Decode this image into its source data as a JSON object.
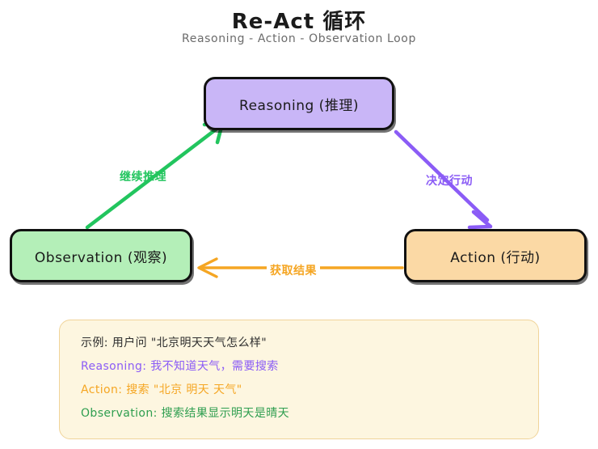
{
  "header": {
    "title": "Re-Act 循环",
    "subtitle": "Reasoning - Action - Observation Loop"
  },
  "nodes": [
    {
      "id": "reasoning",
      "label": "Reasoning (推理)",
      "fill": "#c9b6f7"
    },
    {
      "id": "action",
      "label": "Action (行动)",
      "fill": "#fbd9a5"
    },
    {
      "id": "observation",
      "label": "Observation (观察)",
      "fill": "#b4efb8"
    }
  ],
  "edges": [
    {
      "id": "decide",
      "label": "决定行动",
      "from": "reasoning",
      "to": "action",
      "color": "#8b5cf6"
    },
    {
      "id": "result",
      "label": "获取结果",
      "from": "action",
      "to": "observation",
      "color": "#f5a623"
    },
    {
      "id": "continue",
      "label": "继续推理",
      "from": "observation",
      "to": "reasoning",
      "color": "#22c55e"
    }
  ],
  "example": {
    "lines": [
      {
        "text": "示例: 用户问 \"北京明天天气怎么样\"",
        "color": "#2d2d2d"
      },
      {
        "text": "Reasoning: 我不知道天气，需要搜索",
        "color": "#8b5cf6"
      },
      {
        "text": "Action: 搜索 \"北京 明天 天气\"",
        "color": "#f5a623"
      },
      {
        "text": "Observation: 搜索结果显示明天是晴天",
        "color": "#2e9e4f"
      }
    ],
    "fill": "#fdf6e0",
    "border": "#f0d49a"
  }
}
